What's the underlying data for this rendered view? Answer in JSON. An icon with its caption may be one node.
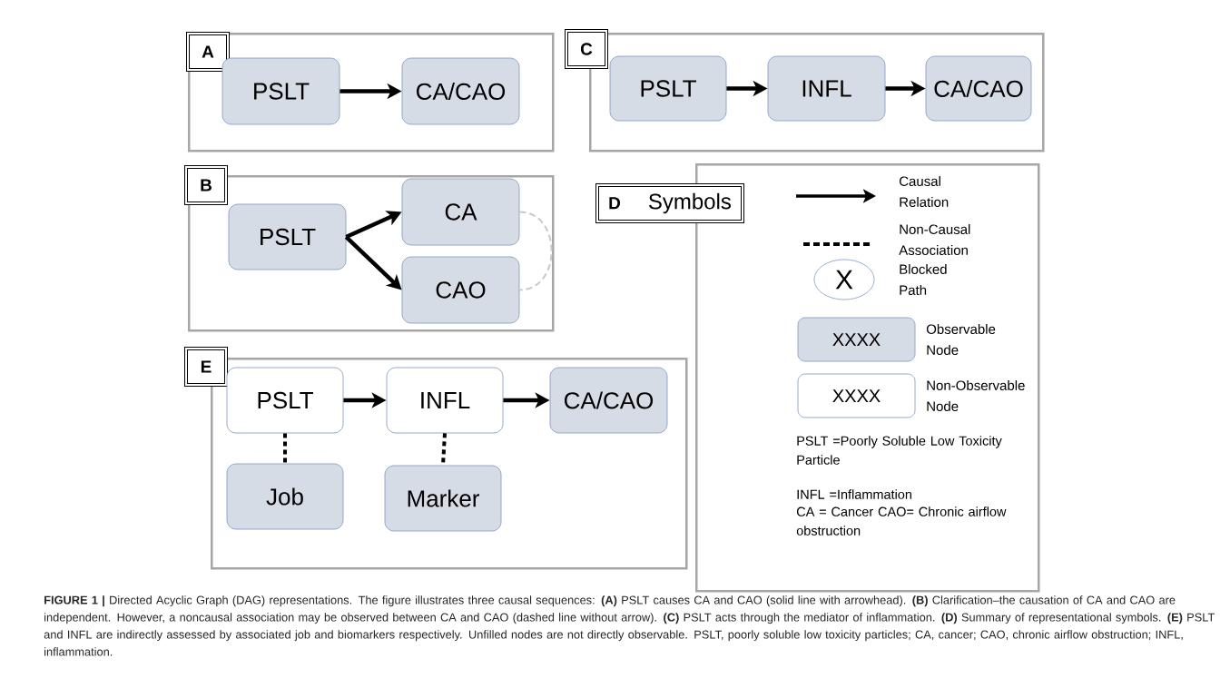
{
  "diagram": {
    "caption": "**FIGURE 1 |** Directed Acyclic Graph (DAG) representations. The figure illustrates three causal sequences: **(A)** PSLT causes CA and CAO (solid line with arrowhead). **(B)** Clarification–the causation of CA and CAO are independent. However, a noncausal association may be observed between CA and CAO (dashed line without arrow). **(C)** PSLT acts through the mediator of inflammation. **(D)** Summary of representational symbols. **(E)** PSLT and INFL are indirectly assessed by associated job and biomarkers respectively. Unfilled nodes are not directly observable. PSLT, poorly soluble low toxicity particles; CA, cancer; CAO, chronic airflow obstruction; INFL, inflammation.",
    "nodes": [
      {
        "text": [
          "A"
        ]
      },
      {
        "text": [
          "PSLT"
        ],
        "in": 0
      },
      {
        "text": [
          "CA/CAO"
        ],
        "in": 0
      },
      {
        "text": [
          "C"
        ]
      },
      {
        "text": [
          "PSLT"
        ],
        "in": 3
      },
      {
        "text": [
          "INFL"
        ],
        "in": 3
      },
      {
        "text": [
          "CA/CAO"
        ],
        "in": 3
      },
      {
        "text": [
          "B"
        ]
      },
      {
        "text": [
          "PSLT"
        ],
        "in": 7
      },
      {
        "text": [
          "CA"
        ],
        "in": 7
      },
      {
        "text": [
          "CAO"
        ],
        "in": 7
      },
      {
        "text": [
          "D",
          "Symbols"
        ]
      },
      {
        "text": [
          "E"
        ]
      },
      {
        "text": [
          "PSLT"
        ],
        "in": 12
      },
      {
        "text": [
          "INFL"
        ],
        "in": 12
      },
      {
        "text": [
          "CA/CAO"
        ],
        "in": 12
      },
      {
        "text": [
          "Job"
        ],
        "in": 12
      },
      {
        "text": [
          "Marker"
        ],
        "in": 12
      }
    ],
    "edges": [
      {
        "from": 1,
        "to": 2,
        "arrow": "to"
      },
      {
        "from": 4,
        "to": 5,
        "arrow": "to"
      },
      {
        "from": 5,
        "to": 6,
        "arrow": "to"
      },
      {
        "from": 8,
        "to": 9,
        "arrow": "to"
      },
      {
        "from": 8,
        "to": 10,
        "arrow": "to"
      },
      {
        "from": 9,
        "to": 10,
        "arrow": "none",
        "style": "dashed",
        "color": "#c8c8c8"
      },
      {
        "from": 13,
        "to": 14,
        "arrow": "to"
      },
      {
        "from": 14,
        "to": 15,
        "arrow": "to"
      },
      {
        "from": 13,
        "to": 16,
        "arrow": "none",
        "style": "dashed"
      },
      {
        "from": 14,
        "to": 17,
        "arrow": "none",
        "style": "dashed"
      }
    ],
    "labels": [
      "X",
      "XXXX",
      "XXXX",
      "PSLT =Poorly Soluble Low Toxicity Particle",
      "INFL =Inflammation",
      "CA = Cancer  CAO= Chronic airflow obstruction"
    ],
    "legend": [
      {
        "text": "Causal Relation"
      },
      {
        "text": "Non-Causal Association"
      },
      {
        "text": "Blocked Path"
      },
      {
        "text": "Observable Node"
      },
      {
        "text": "Non-Observable Node"
      }
    ]
  }
}
